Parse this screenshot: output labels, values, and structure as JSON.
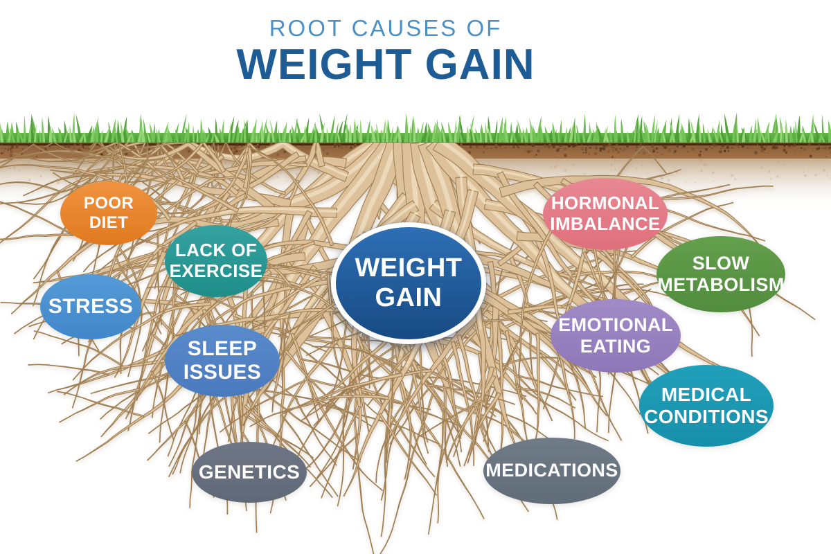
{
  "title": {
    "line1": "ROOT CAUSES OF",
    "line2": "WEIGHT GAIN",
    "line1_color": "#4A90C5",
    "line2_color": "#1D5C95"
  },
  "center_bubble": {
    "label": "WEIGHT\nGAIN",
    "text_color": "#FFFFFF",
    "fill_top": "#2E6FB5",
    "fill_bottom": "#174A82",
    "ring_color": "#FFFFFF"
  },
  "causes": [
    {
      "id": "poor-diet",
      "label": "POOR\nDIET",
      "fill_top": "#F0923F",
      "fill_bottom": "#E07A20"
    },
    {
      "id": "lack-of-exercise",
      "label": "LACK OF\nEXERCISE",
      "fill_top": "#34A2A1",
      "fill_bottom": "#1F8E89"
    },
    {
      "id": "stress",
      "label": "STRESS",
      "fill_top": "#559BD8",
      "fill_bottom": "#4187C9"
    },
    {
      "id": "sleep-issues",
      "label": "SLEEP\nISSUES",
      "fill_top": "#5A8BCB",
      "fill_bottom": "#4A7ABE"
    },
    {
      "id": "genetics",
      "label": "GENETICS",
      "fill_top": "#6F7786",
      "fill_bottom": "#5F6876"
    },
    {
      "id": "hormonal-imbalance",
      "label": "HORMONAL\nIMBALANCE",
      "fill_top": "#E88893",
      "fill_bottom": "#DF707D"
    },
    {
      "id": "slow-metabolism",
      "label": "SLOW\nMETABOLISM",
      "fill_top": "#639F4C",
      "fill_bottom": "#528C3E"
    },
    {
      "id": "emotional-eating",
      "label": "EMOTIONAL\nEATING",
      "fill_top": "#A18BC6",
      "fill_bottom": "#8E77B8"
    },
    {
      "id": "medical-conditions",
      "label": "MEDICAL\nCONDITIONS",
      "fill_top": "#21A0BA",
      "fill_bottom": "#178FAB"
    },
    {
      "id": "medications",
      "label": "MEDICATIONS",
      "fill_top": "#707B88",
      "fill_bottom": "#616C79"
    }
  ],
  "scene": {
    "background": "#FFFFFF",
    "grass_palette": [
      "#4C9C33",
      "#5FB243",
      "#72C356",
      "#85CD66",
      "#97D678"
    ],
    "grass_base_top": "#66B84A",
    "grass_base_bottom": "#3E8F28",
    "soil_tan_line": "#C9A86B",
    "soil_dark_line": "#42290F",
    "soil_band_top": "#8B5E37",
    "soil_band_bottom": "#A1744A",
    "soil_fade_top": "#C5AC8E",
    "speckle_colors": [
      "#4E3118",
      "#5E3C1E",
      "#6F4826",
      "#7E5530"
    ],
    "root_fill": "#DCC19B",
    "root_outline": "#9F7E52",
    "root_highlight": "#F0DFC0"
  }
}
